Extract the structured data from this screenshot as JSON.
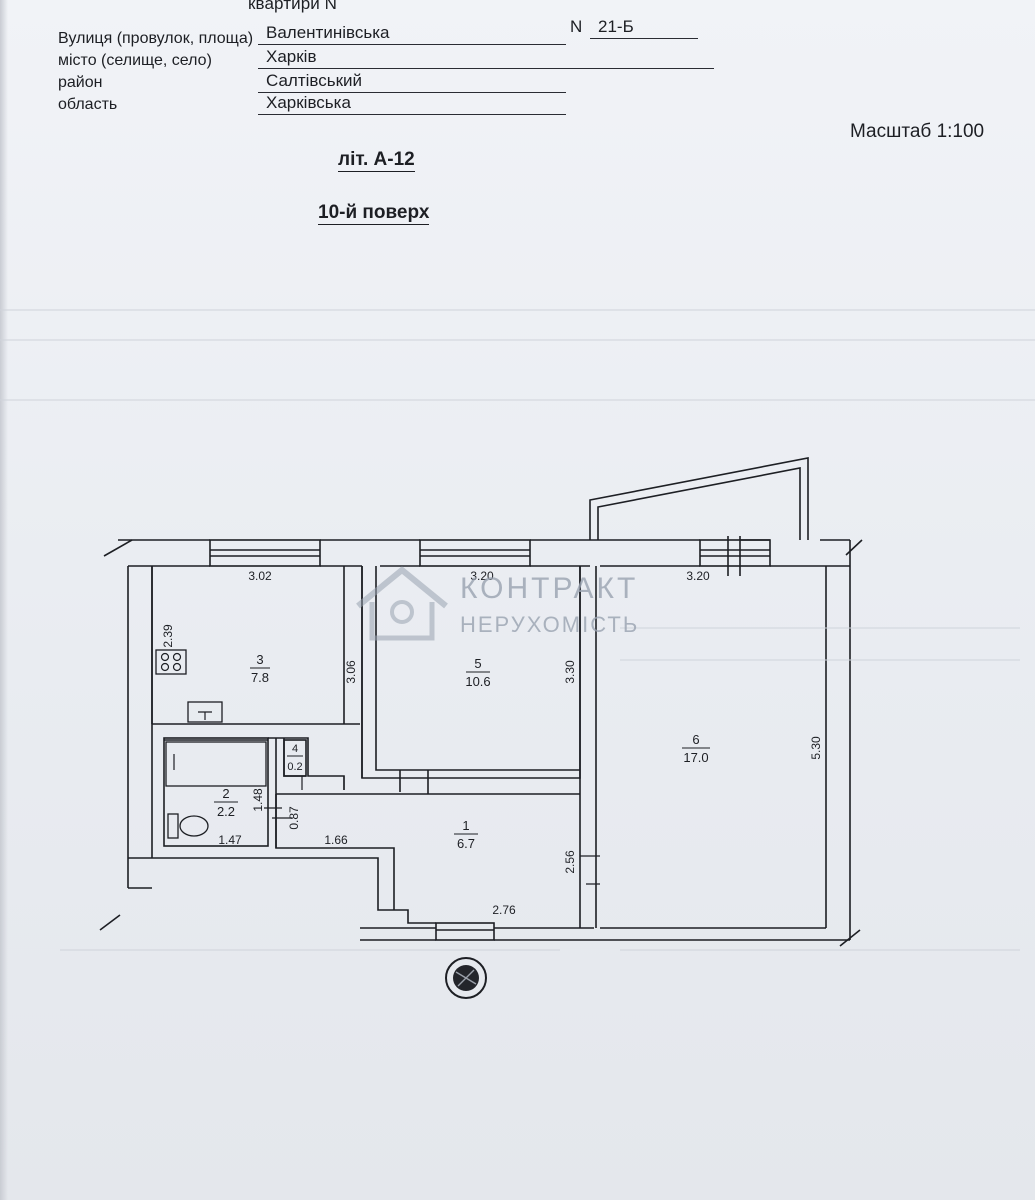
{
  "document": {
    "header_partial": "квартири N",
    "fields": [
      {
        "label": "Вулиця (провулок, площа)",
        "value": "Валентинівська"
      },
      {
        "label": "місто (селище, село)",
        "value": "Харків"
      },
      {
        "label": "район",
        "value": "Салтівський"
      },
      {
        "label": "область",
        "value": "Харківська"
      }
    ],
    "building_number_label": "N",
    "building_number": "21-Б",
    "scale": "Масштаб 1:100",
    "litera": "літ. А-12",
    "floor": "10-й поверх"
  },
  "watermark": {
    "line1": "КОНТРАКТ",
    "line2": "НЕРУХОМІСТЬ"
  },
  "plan": {
    "rooms": [
      {
        "number": "3",
        "area": "7.8"
      },
      {
        "number": "5",
        "area": "10.6"
      },
      {
        "number": "6",
        "area": "17.0"
      },
      {
        "number": "4",
        "area": "0.2"
      },
      {
        "number": "2",
        "area": "2.2"
      },
      {
        "number": "1",
        "area": "6.7"
      }
    ],
    "dimensions": {
      "kitchen_width": "3.02",
      "room5_width": "3.20",
      "room6_width": "3.20",
      "kitchen_left": "2.39",
      "kitchen_right": "3.06",
      "room5_right": "3.30",
      "room6_right": "5.30",
      "bath_height": "1.48",
      "bath_width": "1.47",
      "corridor_small": "0.87",
      "corridor_width": "1.66",
      "hall_right": "2.56",
      "hall_bottom": "2.76"
    }
  }
}
